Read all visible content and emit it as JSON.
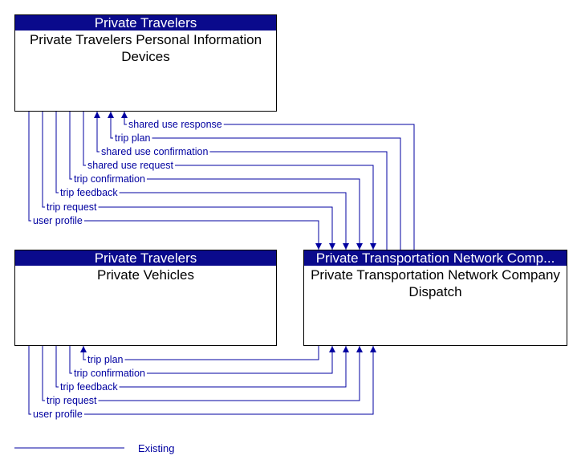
{
  "boxes": {
    "personal_devices": {
      "header": "Private Travelers",
      "body": "Private Travelers Personal Information Devices"
    },
    "private_vehicles": {
      "header": "Private Travelers",
      "body": "Private Vehicles"
    },
    "dispatch": {
      "header": "Private Transportation Network Comp...",
      "body": "Private Transportation Network Company Dispatch"
    }
  },
  "flows_top": [
    {
      "label": "shared use response",
      "direction": "to_devices"
    },
    {
      "label": "trip plan",
      "direction": "to_devices"
    },
    {
      "label": "shared use confirmation",
      "direction": "to_devices"
    },
    {
      "label": "shared use request",
      "direction": "to_dispatch"
    },
    {
      "label": "trip confirmation",
      "direction": "to_dispatch"
    },
    {
      "label": "trip feedback",
      "direction": "to_dispatch"
    },
    {
      "label": "trip request",
      "direction": "to_dispatch"
    },
    {
      "label": "user profile",
      "direction": "to_dispatch"
    }
  ],
  "flows_bottom": [
    {
      "label": "trip plan",
      "direction": "to_vehicles"
    },
    {
      "label": "trip confirmation",
      "direction": "to_dispatch"
    },
    {
      "label": "trip feedback",
      "direction": "to_dispatch"
    },
    {
      "label": "trip request",
      "direction": "to_dispatch"
    },
    {
      "label": "user profile",
      "direction": "to_dispatch"
    }
  ],
  "legend": {
    "label": "Existing",
    "color": "#0000a0"
  },
  "colors": {
    "header_bg": "#0a0a8c",
    "flow": "#0000a0"
  }
}
